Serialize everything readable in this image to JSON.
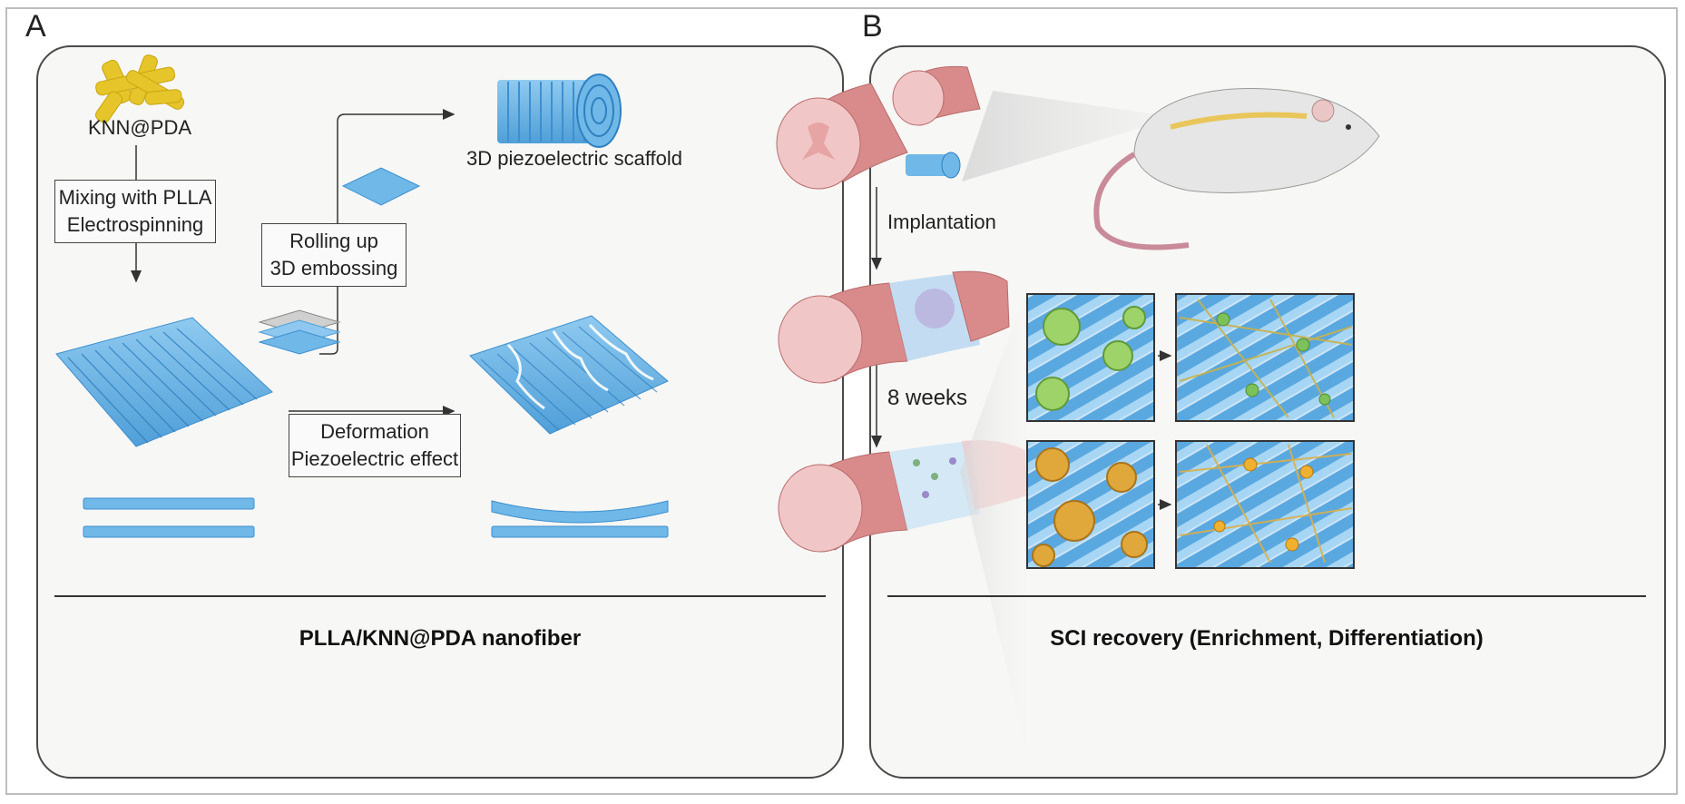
{
  "panel_a": {
    "letter": "A",
    "material_label": "KNN@PDA",
    "step1": {
      "line1": "Mixing with PLLA",
      "line2": "Electrospinning"
    },
    "step2": {
      "line1": "Rolling up",
      "line2": "3D embossing"
    },
    "scaffold_label": "3D piezoelectric scaffold",
    "step3": {
      "line1": "Deformation",
      "line2": "Piezoelectric effect"
    },
    "caption": "PLLA/KNN@PDA nanofiber"
  },
  "panel_b": {
    "letter": "B",
    "step1_label": "Implantation",
    "step2_label": "8 weeks",
    "caption": "SCI recovery (Enrichment, Differentiation)"
  },
  "colors": {
    "fiber_blue": "#6fb8e8",
    "fiber_dark": "#3d8fcf",
    "knn_yellow": "#e6c52a",
    "cord_red": "#d98a8a",
    "cord_inner": "#f1c6c6",
    "stem_green": "#9ed36a",
    "neuron_orange": "#e0a83a",
    "panel_border": "#4a4a4a"
  },
  "icons": [
    "knn-pda-nanorod-icon",
    "rolled-scaffold-icon",
    "fiber-mat-icon",
    "spinal-cord-icon",
    "mouse-icon",
    "cell-tile-icon",
    "arrow-icon"
  ]
}
